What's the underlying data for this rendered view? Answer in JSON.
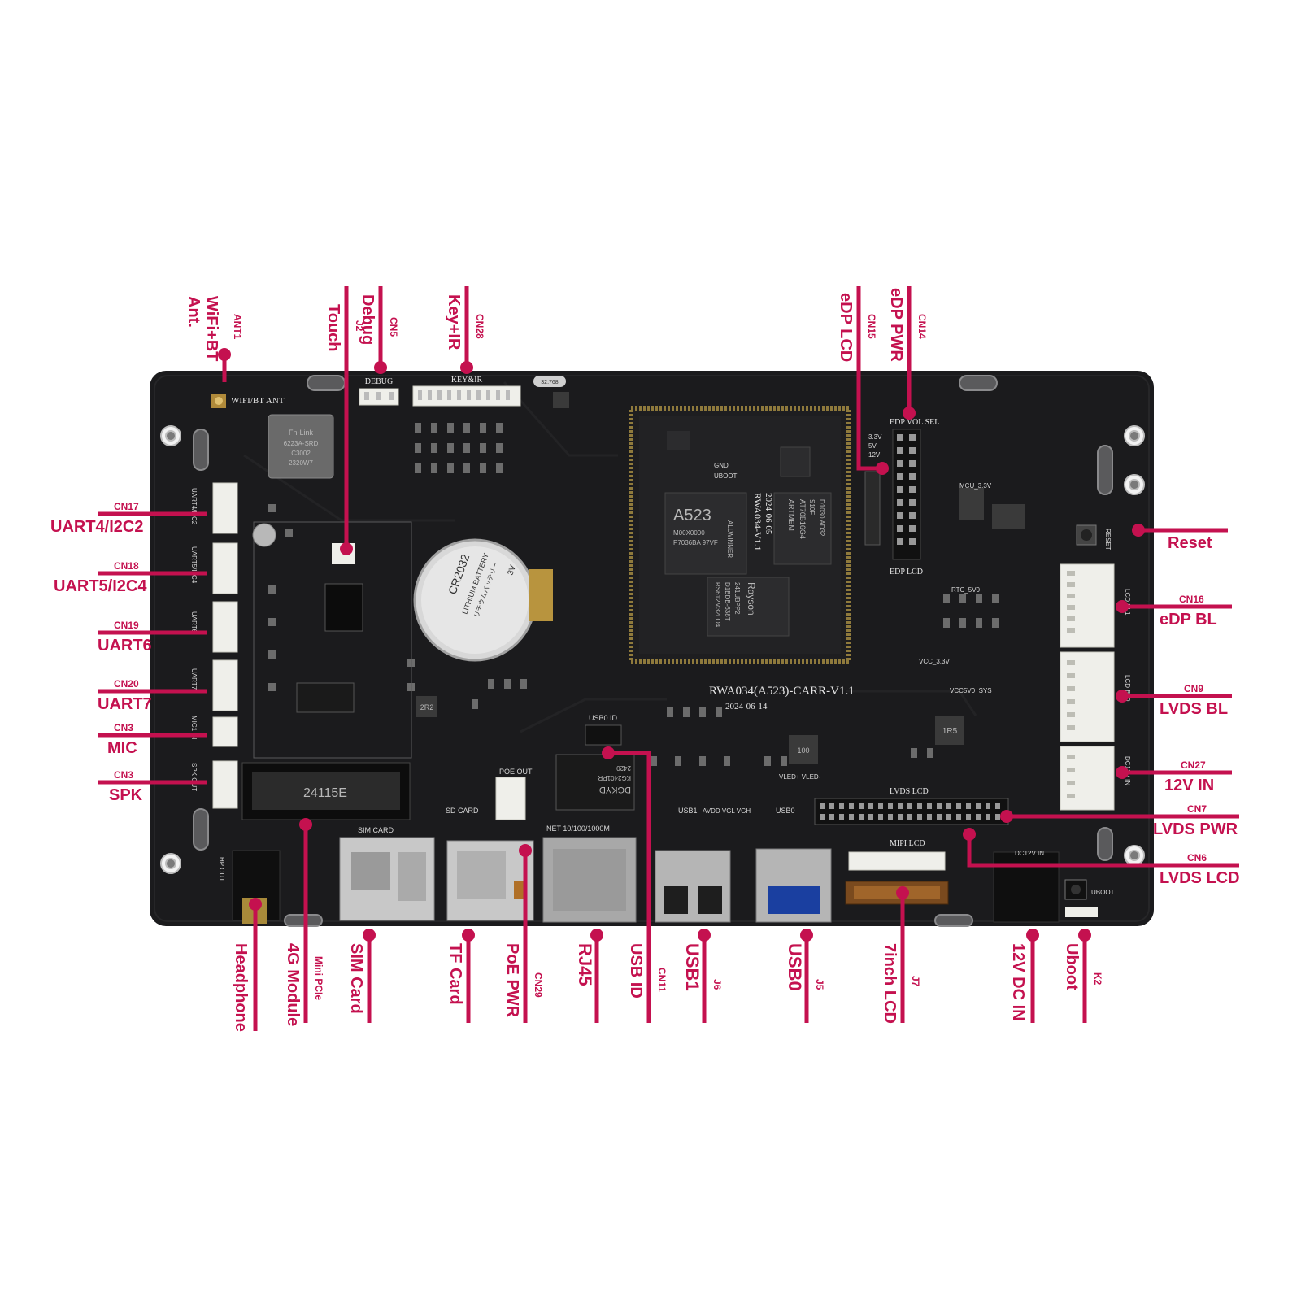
{
  "colors": {
    "accent": "#c4114f",
    "board": "#1b1b1d",
    "silkscreen": "#e6e6e6"
  },
  "board": {
    "name": "RWA034(A523)-CARR-V1.1",
    "date": "2024-06-14",
    "silkscreen": {
      "wifi_bt_ant": "WIFI/BT ANT",
      "debug": "DEBUG",
      "key_ir": "KEY&IR",
      "crystal": "32.768",
      "edp_vol_sel": "EDP VOL SEL",
      "edp_vol_options": [
        "3.3V",
        "5V",
        "12V"
      ],
      "edp_lcd": "EDP LCD",
      "mcu_33v": "MCU_3.3V",
      "reset": "RESET",
      "rtc_5v0": "RTC_5V0",
      "vcc_33v": "VCC_3.3V",
      "vcc5v0_sys": "VCC5V0_SYS",
      "gnd": "GND",
      "uboot_small": "UBOOT",
      "usb0_id": "USB0 ID",
      "poe_out": "POE OUT",
      "sd_card": "SD CARD",
      "sim_card": "SIM CARD",
      "net": "NET 10/100/1000M",
      "usb1": "USB1",
      "avdd_vgl_vgh": "AVDD VGL VGH",
      "usb0": "USB0",
      "vled": "VLED+ VLED-",
      "lvds_lcd": "LVDS LCD",
      "mipi_lcd": "MIPI LCD",
      "dc12v_in": "DC12V IN",
      "uboot": "UBOOT",
      "hp_out": "HP OUT",
      "uart4_i2c2": "UART4/I2C2",
      "uart5_i2c4": "UART5/I2C4",
      "uart6": "UART6",
      "uart7": "UART7",
      "mic1_in": "MIC1 IN",
      "spk_out": "SPK OUT",
      "lcd_bl1": "LCD BL1",
      "lcd_bl0": "LCD BL0",
      "dc12v_in_v": "DC12V IN",
      "mini_pcie_code": "24115E",
      "inductor": "2R2",
      "inductor2": "1R5",
      "inductor3": "100"
    },
    "battery": {
      "model": "CR2032",
      "line1": "LITHIUM BATTERY",
      "line2": "リチウムバッテリー",
      "voltage": "3V"
    },
    "som": {
      "soc": "A523",
      "soc_code1": "M00X0000",
      "soc_code2": "P7036BA   97VF",
      "brand": "ALLWINNER",
      "module_name": "RWA034-V1.1",
      "module_date": "2024-06-05",
      "mem_brand": "ARTMEM",
      "mem_part": "AT70B16G4",
      "mem_code": "S10F",
      "mem_lot": "D1030   AD32",
      "emmc_part": "RS612M32LO4",
      "emmc_code": "D1BDB-638T",
      "emmc_lot": "241UBPP2",
      "emmc_brand": "Rayson"
    },
    "transformer": {
      "brand": "DGKYD",
      "part": "KG2401PR",
      "lot": "2420"
    },
    "wifi_module": {
      "brand": "Fn-Link",
      "part": "6223A-SRD",
      "code": "C3002",
      "lot": "2320W7"
    }
  },
  "callouts_top": [
    {
      "ref": "ANT1",
      "name": "WiFi+BT\nAnt."
    },
    {
      "ref": "J2",
      "name": "Touch"
    },
    {
      "ref": "CN5",
      "name": "Debug"
    },
    {
      "ref": "CN28",
      "name": "Key+IR"
    },
    {
      "ref": "CN15",
      "name": "eDP LCD"
    },
    {
      "ref": "CN14",
      "name": "eDP PWR"
    }
  ],
  "callouts_left": [
    {
      "ref": "CN17",
      "name": "UART4/I2C2"
    },
    {
      "ref": "CN18",
      "name": "UART5/I2C4"
    },
    {
      "ref": "CN19",
      "name": "UART6"
    },
    {
      "ref": "CN20",
      "name": "UART7"
    },
    {
      "ref": "CN3",
      "name": "MIC"
    },
    {
      "ref": "CN3",
      "name": "SPK"
    }
  ],
  "callouts_right": [
    {
      "ref": "",
      "name": "Reset"
    },
    {
      "ref": "CN16",
      "name": "eDP BL"
    },
    {
      "ref": "CN9",
      "name": "LVDS BL"
    },
    {
      "ref": "CN27",
      "name": "12V IN"
    },
    {
      "ref": "CN7",
      "name": "LVDS PWR"
    },
    {
      "ref": "CN6",
      "name": "LVDS LCD"
    }
  ],
  "callouts_bottom": [
    {
      "ref": "",
      "name": "Headphone"
    },
    {
      "ref": "Mini PCIe",
      "name": "4G Module"
    },
    {
      "ref": "",
      "name": "SIM Card"
    },
    {
      "ref": "",
      "name": "TF Card"
    },
    {
      "ref": "CN29",
      "name": "PoE PWR"
    },
    {
      "ref": "",
      "name": "RJ45"
    },
    {
      "ref": "CN11",
      "name": "USB ID"
    },
    {
      "ref": "J6",
      "name": "USB1"
    },
    {
      "ref": "J5",
      "name": "USB0"
    },
    {
      "ref": "J7",
      "name": "7inch LCD"
    },
    {
      "ref": "",
      "name": "12V  DC IN"
    },
    {
      "ref": "K2",
      "name": "Uboot"
    }
  ]
}
